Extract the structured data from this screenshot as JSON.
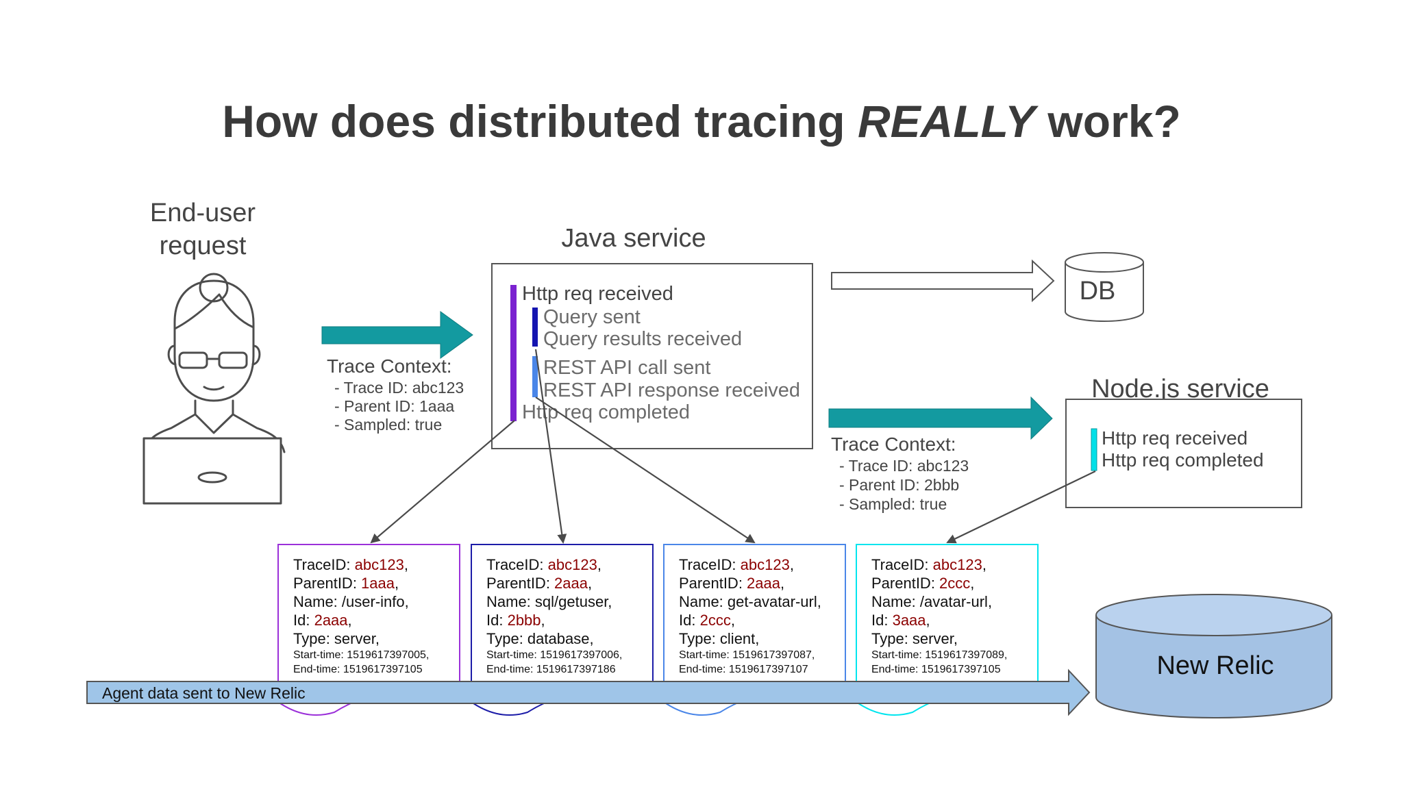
{
  "title": {
    "prefix": "How does distributed tracing ",
    "emphasis": "REALLY",
    "suffix": " work?"
  },
  "end_user": {
    "label_line1": "End-user",
    "label_line2": "request"
  },
  "java_service": {
    "title": "Java service",
    "events": [
      "Http req received",
      "Query sent",
      "Query results received",
      "REST API call sent",
      "REST API response received",
      "Http req completed"
    ]
  },
  "db": {
    "label": "DB"
  },
  "node_service": {
    "title": "Node.js service",
    "events": [
      "Http req received",
      "Http req completed"
    ]
  },
  "trace_context_1": {
    "heading": "Trace Context:",
    "lines": [
      "- Trace ID: abc123",
      "- Parent ID: 1aaa",
      "- Sampled: true"
    ]
  },
  "trace_context_2": {
    "heading": "Trace Context:",
    "lines": [
      "- Trace ID: abc123",
      "- Parent ID: 2bbb",
      "- Sampled: true"
    ]
  },
  "spans": [
    {
      "border_color": "#9b30d9",
      "trace_id_label": "TraceID: ",
      "trace_id": "abc123",
      "parent_label": "ParentID: ",
      "parent_id": "1aaa",
      "name": "Name: /user-info,",
      "id_label": "Id: ",
      "id": "2aaa",
      "type": "Type: server,",
      "start": "Start-time: 1519617397005,",
      "end": "End-time: 1519617397105"
    },
    {
      "border_color": "#1c1ca8",
      "trace_id_label": "TraceID: ",
      "trace_id": "abc123",
      "parent_label": "ParentID: ",
      "parent_id": "2aaa",
      "name": "Name: sql/getuser,",
      "id_label": "Id: ",
      "id": "2bbb",
      "type": "Type: database,",
      "start": "Start-time: 1519617397006,",
      "end": "End-time: 1519617397186"
    },
    {
      "border_color": "#4a86e8",
      "trace_id_label": "TraceID: ",
      "trace_id": "abc123",
      "parent_label": "ParentID: ",
      "parent_id": "2aaa",
      "name": "Name: get-avatar-url,",
      "id_label": "Id: ",
      "id": "2ccc",
      "type": "Type: client,",
      "start": "Start-time: 1519617397087,",
      "end": "End-time: 1519617397107"
    },
    {
      "border_color": "#00e5ee",
      "trace_id_label": "TraceID: ",
      "trace_id": "abc123",
      "parent_label": "ParentID: ",
      "parent_id": "2ccc",
      "name": "Name: /avatar-url,",
      "id_label": "Id: ",
      "id": "3aaa",
      "type": "Type: server,",
      "start": "Start-time: 1519617397089,",
      "end": "End-time: 1519617397105"
    }
  ],
  "agent_bar": {
    "label": "Agent data sent to New Relic"
  },
  "new_relic": {
    "label": "New Relic"
  },
  "colors": {
    "teal_arrow": "#139aa0",
    "value_red": "#8b0000",
    "span_bar_purple": "#7b22d0",
    "span_bar_blue": "#1515b0",
    "span_bar_light_blue": "#4a86e8",
    "span_bar_cyan": "#00e0e8",
    "agent_bar_fill": "#9fc5e8",
    "new_relic_fill": "#a4c2e4"
  },
  "icons": {
    "user": "user-at-laptop-icon",
    "db": "database-cylinder-icon",
    "new_relic": "new-relic-cylinder-icon"
  }
}
